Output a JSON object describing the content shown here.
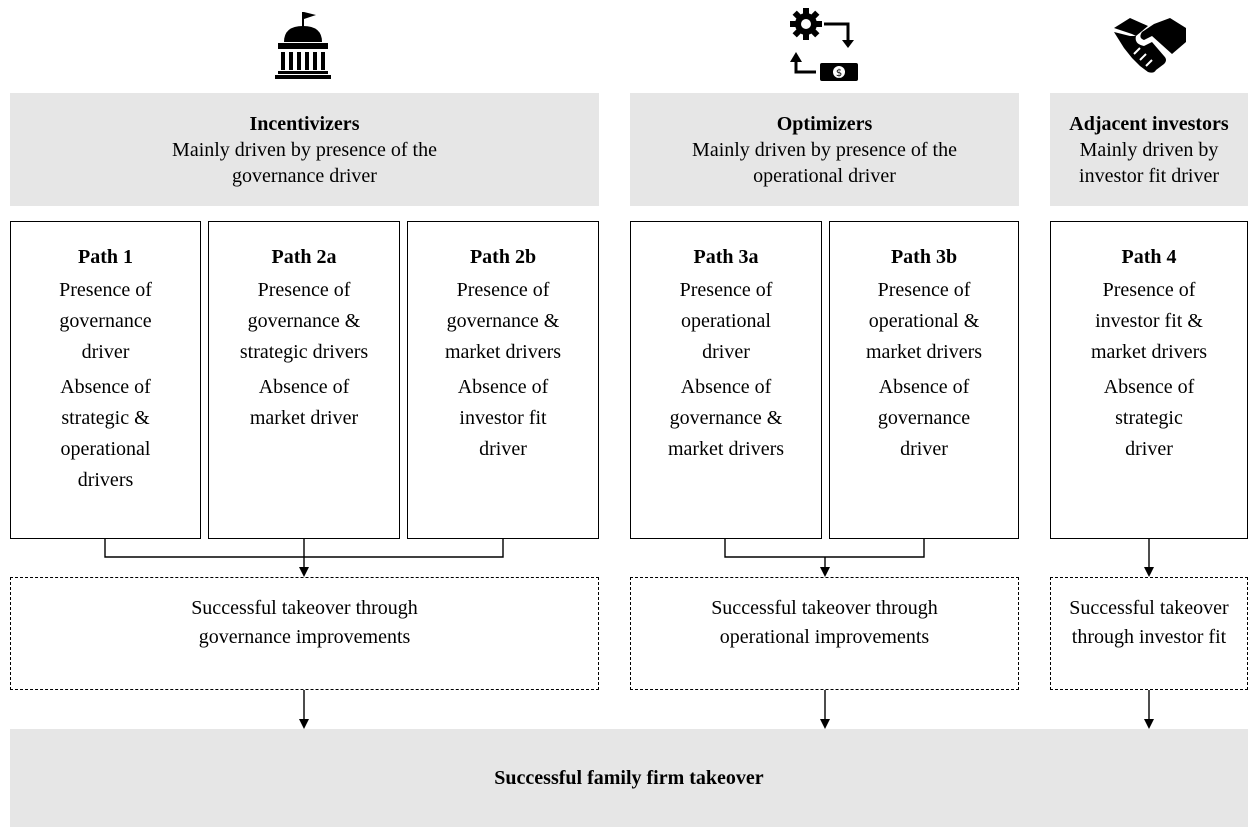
{
  "groups": {
    "incentivizers": {
      "title": "Incentivizers",
      "subtitle": "Mainly driven by presence of the governance driver",
      "icon": "government-building-icon"
    },
    "optimizers": {
      "title": "Optimizers",
      "subtitle": "Mainly driven by presence of the operational driver",
      "icon": "gear-money-cycle-icon"
    },
    "adjacent": {
      "title": "Adjacent investors",
      "subtitle": "Mainly driven by investor fit driver",
      "icon": "handshake-icon"
    }
  },
  "paths": [
    {
      "title": "Path 1",
      "presence": "Presence of governance driver",
      "absence": "Absence of strategic & operational drivers"
    },
    {
      "title": "Path 2a",
      "presence": "Presence of governance & strategic drivers",
      "absence": "Absence of market driver"
    },
    {
      "title": "Path 2b",
      "presence": "Presence of governance & market drivers",
      "absence": "Absence of investor fit driver"
    },
    {
      "title": "Path 3a",
      "presence": "Presence of operational driver",
      "absence": "Absence of governance & market drivers"
    },
    {
      "title": "Path 3b",
      "presence": "Presence of operational & market drivers",
      "absence": "Absence of governance driver"
    },
    {
      "title": "Path 4",
      "presence": "Presence of investor fit & market drivers",
      "absence": "Absence of strategic driver"
    }
  ],
  "outcomes": {
    "governance": "Successful takeover through governance improvements",
    "operational": "Successful takeover through operational improvements",
    "investor_fit": "Successful takeover through investor fit"
  },
  "final": "Successful family firm takeover",
  "colors": {
    "header_bg": "#e6e6e6",
    "line": "#000000"
  }
}
